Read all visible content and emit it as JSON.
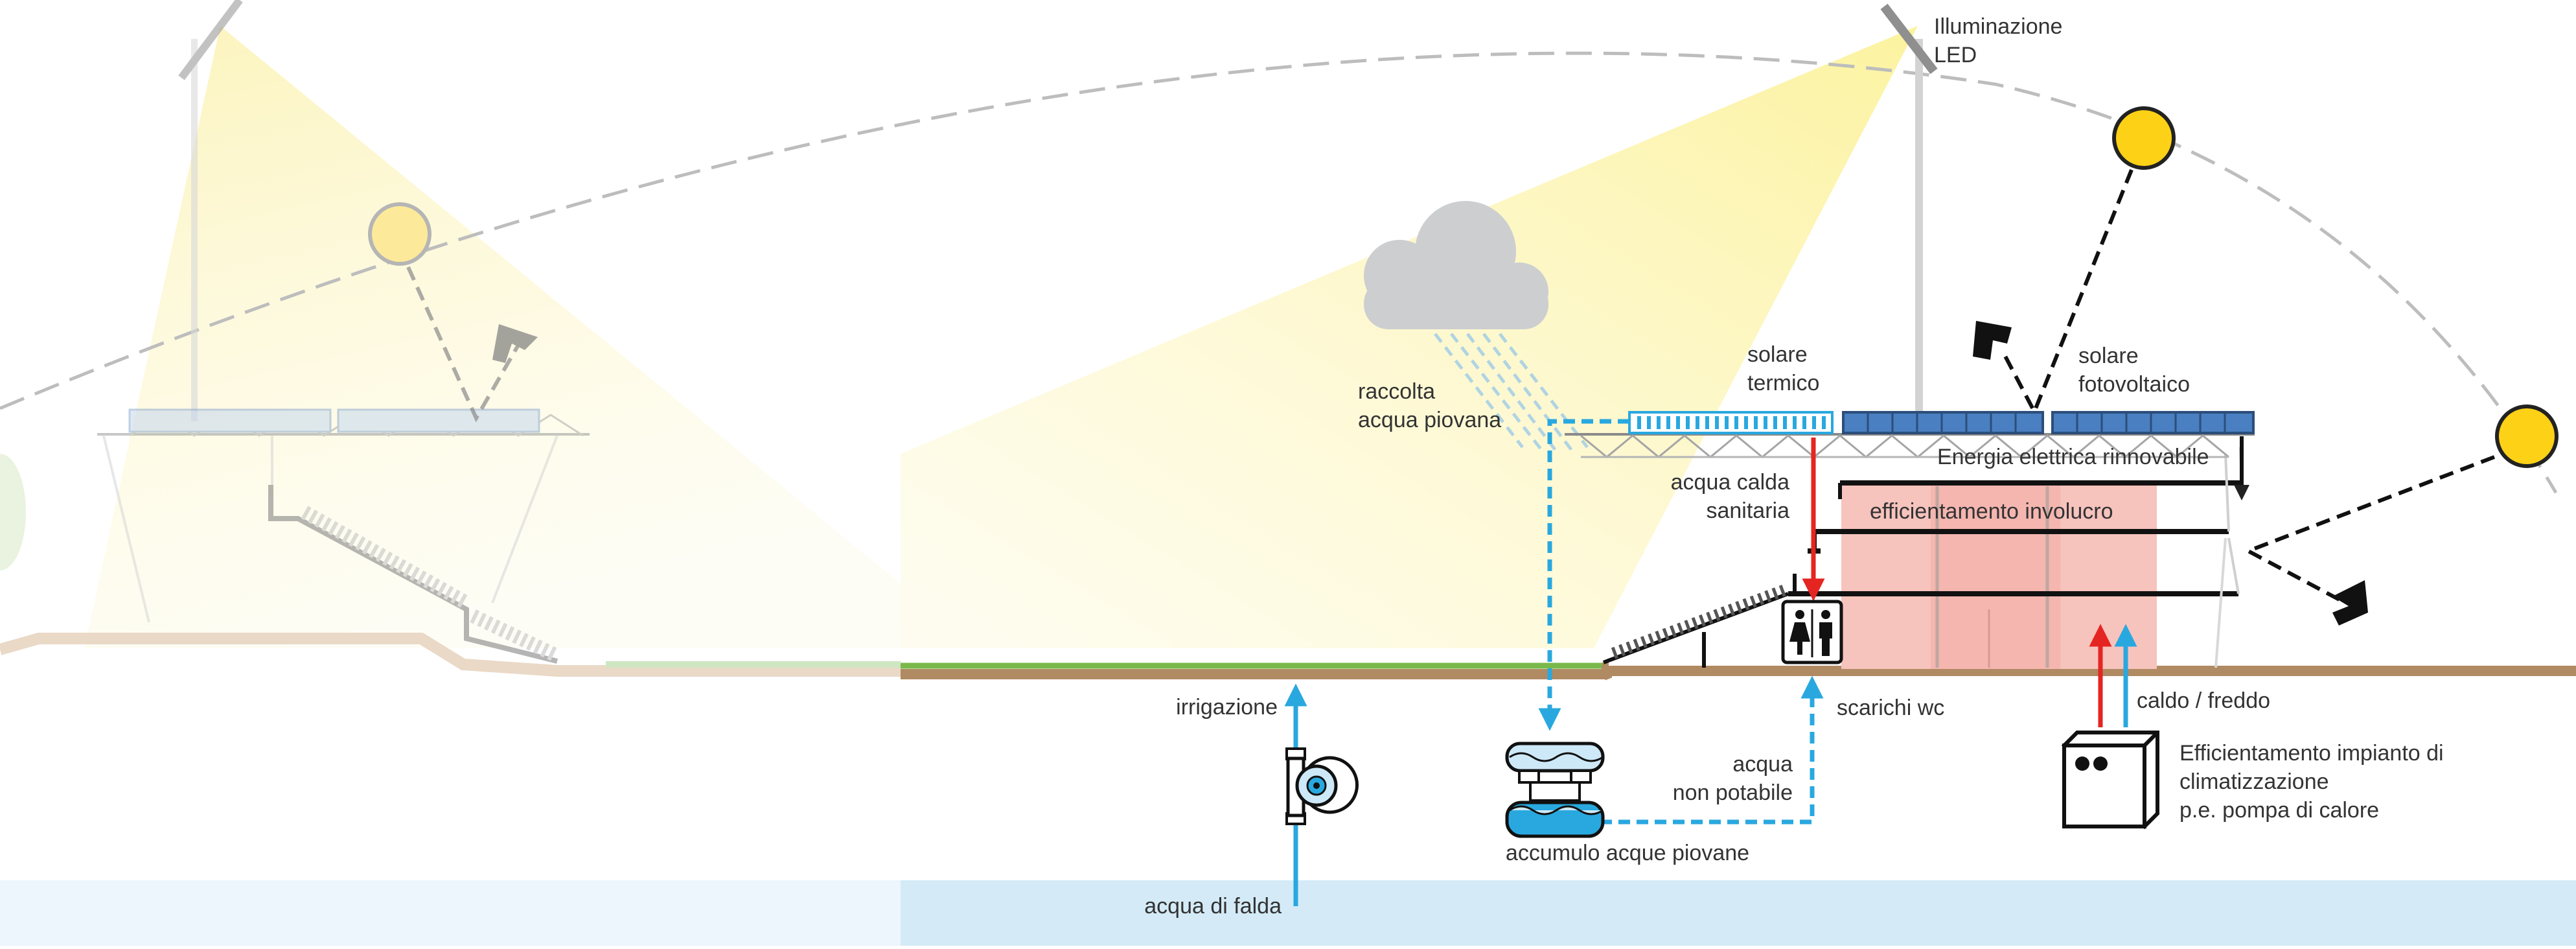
{
  "labels": {
    "led_line1": "Illuminazione",
    "led_line2": "LED",
    "rain_line1": "raccolta",
    "rain_line2": "acqua piovana",
    "solar_thermal_line1": "solare",
    "solar_thermal_line2": "termico",
    "solar_pv_line1": "solare",
    "solar_pv_line2": "fotovoltaico",
    "renewable_energy": "Energia elettrica rinnovabile",
    "envelope": "efficientamento involucro",
    "hot_water_line1": "acqua calda",
    "hot_water_line2": "sanitaria",
    "irrigation": "irrigazione",
    "wc_discharge": "scarichi wc",
    "non_potable_line1": "acqua",
    "non_potable_line2": "non potabile",
    "rainwater_storage": "accumulo acque piovane",
    "groundwater": "acqua di falda",
    "hot_cold": "caldo / freddo",
    "hvac_line1": "Efficientamento impianto di",
    "hvac_line2": "climatizzazione",
    "hvac_line3": "p.e. pompa di calore"
  },
  "colors": {
    "ground": "#b08a62",
    "grass": "#79b84a",
    "water_table": "#d4ebf7",
    "water_flow": "#29a8df",
    "hot_flow": "#e52521",
    "sun": "#fdd116",
    "envelope_fill": "#f7c3bd",
    "cloud": "#cdced0",
    "pv_panel": "#4a7fc1"
  }
}
